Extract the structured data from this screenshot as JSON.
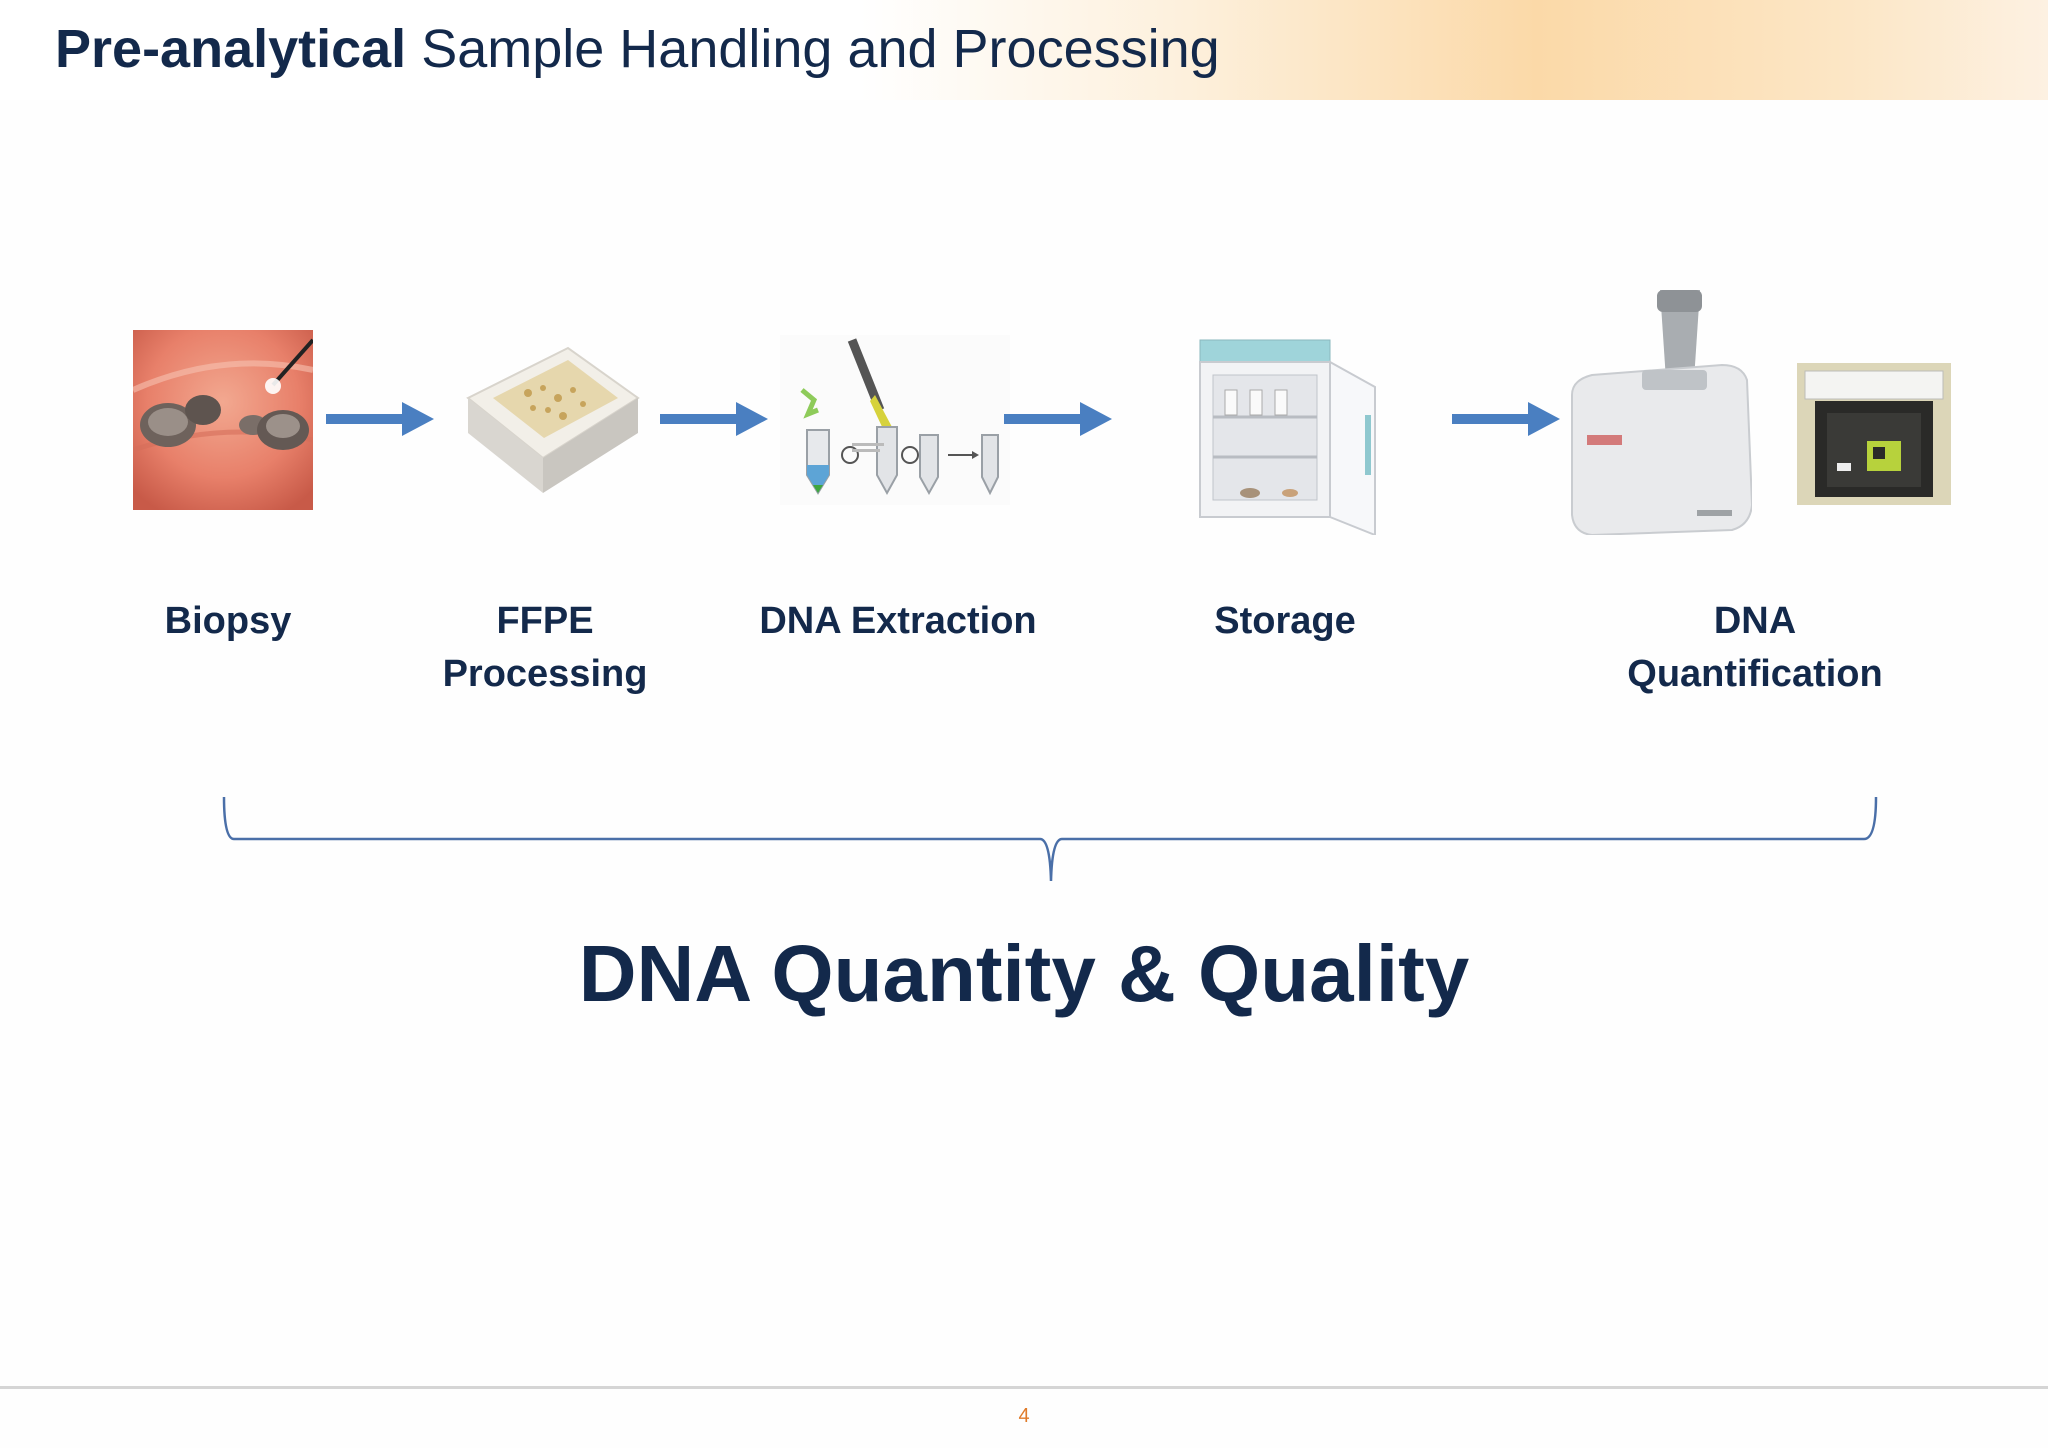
{
  "slide": {
    "title_bold": "Pre-analytical",
    "title_rest": " Sample Handling and Processing",
    "page_number": "4"
  },
  "steps": [
    {
      "label_lines": [
        "Biopsy"
      ]
    },
    {
      "label_lines": [
        "FFPE",
        "Processing"
      ]
    },
    {
      "label_lines": [
        "DNA Extraction"
      ]
    },
    {
      "label_lines": [
        "Storage"
      ]
    },
    {
      "label_lines": [
        "DNA",
        "Quantification"
      ]
    }
  ],
  "conclusion": "DNA Quantity & Quality",
  "colors": {
    "title_text": "#13294b",
    "arrow": "#4a7fc1",
    "brace": "#4a6fa8",
    "page_number": "#e07b2a"
  }
}
